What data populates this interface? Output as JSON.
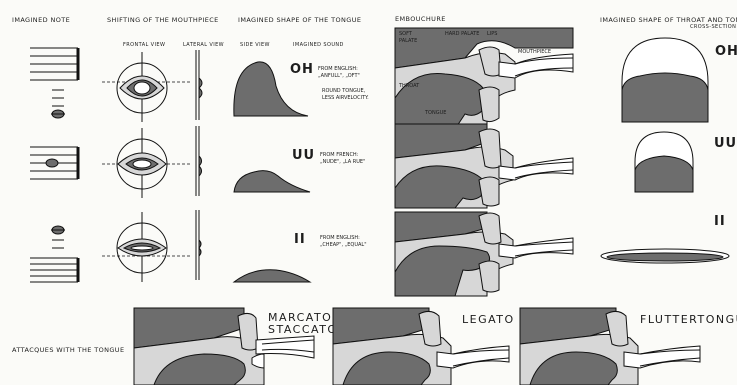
{
  "headers": {
    "imagined_note": "IMAGINED NOTE",
    "shifting": "SHIFTING OF THE MOUTHPIECE",
    "tongue_shape": "IMAGINED SHAPE OF THE TONGUE",
    "embouchure": "EMBOUCHURE",
    "throat_shape": "IMAGINED SHAPE OF THROAT AND TONGUE",
    "cross_section": "CROSS-SECTION",
    "frontal_view": "FRONTAL VIEW",
    "lateral_view": "LATERAL VIEW",
    "side_view": "SIDE VIEW",
    "imagined_sound": "IMAGINED SOUND"
  },
  "embouchure_labels": {
    "soft_palate": "SOFT\nPALATE",
    "hard_palate": "HARD PALATE",
    "lips": "LIPS",
    "mouthpiece": "MOUTHPIECE",
    "throat": "THROAT",
    "tongue": "TONGUE"
  },
  "rows": [
    {
      "vowel": "OH",
      "note": "FROM ENGLISH:\n„ANFULL\", „OFT\"",
      "remark": "ROUND TONGUE,\nLESS AIRVELOCITY."
    },
    {
      "vowel": "UU",
      "note": "FROM FRENCH:\n„NUDE\", „LA RUE\"",
      "remark": ""
    },
    {
      "vowel": "II",
      "note": "FROM ENGLISH:\n„CHEAP\", „EQUAL\"",
      "remark": ""
    }
  ],
  "attacks": {
    "title": "ATTACQUES WITH THE TONGUE",
    "marcato": "MARCATO\nSTACCATO",
    "legato": "LEGATO",
    "fluttertonguing": "FLUTTERTONGUING"
  },
  "colors": {
    "dark": "#6d6d6d",
    "light": "#d7d7d7",
    "ink": "#111111",
    "paper": "#fbfbf8"
  }
}
